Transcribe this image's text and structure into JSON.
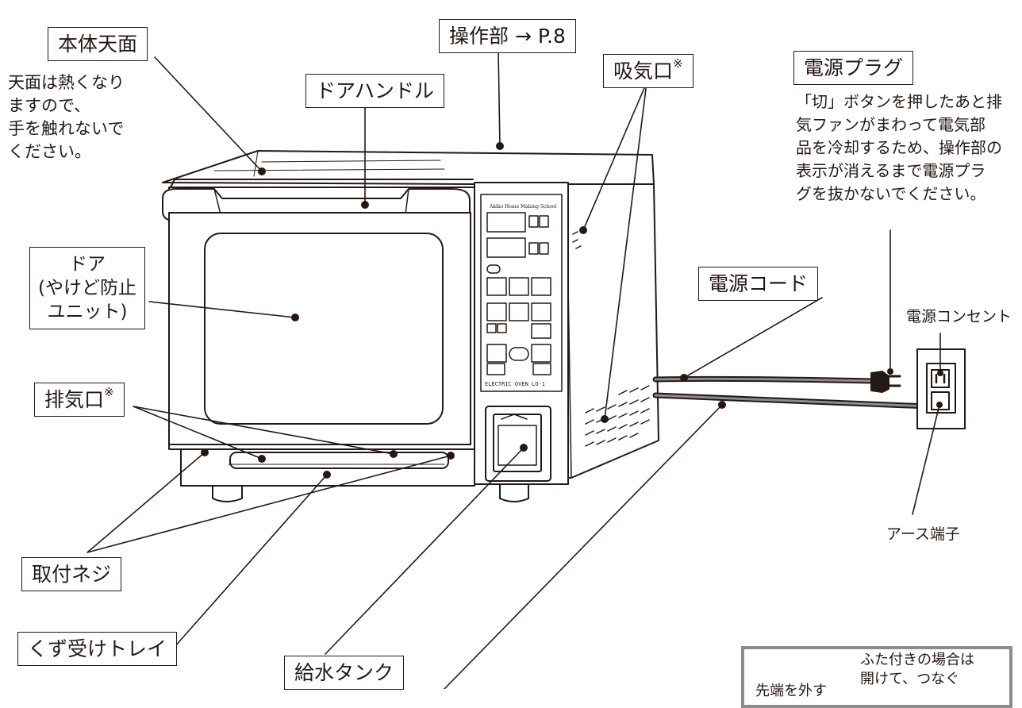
{
  "labels": {
    "top_panel": "本体天面",
    "control_panel": "操作部 → P.8",
    "intake": "吸気口",
    "power_plug": "電源プラグ",
    "door_handle": "ドアハンドル",
    "door_lines": [
      "ドア",
      "(やけど防止",
      "ユニット)"
    ],
    "power_cord": "電源コード",
    "exhaust": "排気口",
    "mount_screws": "取付ネジ",
    "crumb_tray": "くず受けトレイ",
    "water_tank": "給水タンク",
    "outlet": "電源コンセント",
    "ground": "アース端子",
    "asterisk": "※"
  },
  "notes": {
    "top_warning": [
      "天面は熱くなり",
      "ますので、",
      "手を触れないで",
      "ください。"
    ],
    "plug_warning": [
      "「切」ボタンを押したあと排",
      "気ファンがまわって電気部",
      "品を冷却するため、操作部の",
      "表示が消えるまで電源プラ",
      "グを抜かないでください。"
    ]
  },
  "panel": {
    "brand": "Akiko Home Making School",
    "model": "ELECTRIC OVEN  LO-1"
  },
  "tip_box": {
    "left": "先端を外す",
    "right_lines": [
      "ふた付きの場合は",
      "開けて、つなぐ"
    ]
  },
  "colors": {
    "ink": "#231815",
    "cord_gray": "#8c8c8c"
  }
}
